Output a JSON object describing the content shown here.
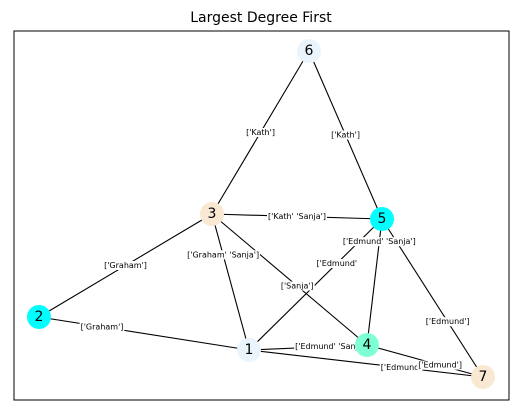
{
  "figure": {
    "title": "Largest Degree First"
  },
  "graph": {
    "nodes": [
      {
        "id": "6",
        "label": "6",
        "color": "#eaf4fc"
      },
      {
        "id": "3",
        "label": "3",
        "color": "#f9e8d2"
      },
      {
        "id": "5",
        "label": "5",
        "color": "#00ffff"
      },
      {
        "id": "2",
        "label": "2",
        "color": "#00ffff"
      },
      {
        "id": "1",
        "label": "1",
        "color": "#eaf4fc"
      },
      {
        "id": "4",
        "label": "4",
        "color": "#7fffd4"
      },
      {
        "id": "7",
        "label": "7",
        "color": "#f9e8d2"
      }
    ],
    "edges": [
      {
        "source": "6",
        "target": "3",
        "label": "['Kath']"
      },
      {
        "source": "6",
        "target": "5",
        "label": "['Kath']"
      },
      {
        "source": "3",
        "target": "5",
        "label": "['Kath' 'Sanja']"
      },
      {
        "source": "3",
        "target": "2",
        "label": "['Graham']"
      },
      {
        "source": "3",
        "target": "1",
        "label": "['Graham' 'Sanja']"
      },
      {
        "source": "3",
        "target": "4",
        "label": "['Sanja']"
      },
      {
        "source": "2",
        "target": "1",
        "label": "['Graham']"
      },
      {
        "source": "5",
        "target": "1",
        "label": "['Edmund'"
      },
      {
        "source": "5",
        "target": "4",
        "label": "['Edmund' 'Sanja']"
      },
      {
        "source": "5",
        "target": "7",
        "label": "['Edmund']"
      },
      {
        "source": "1",
        "target": "4",
        "label": "['Edmund' 'Sanja']"
      },
      {
        "source": "1",
        "target": "7",
        "label": "['Edmund'"
      },
      {
        "source": "4",
        "target": "7",
        "label": "['Edmund']"
      }
    ]
  }
}
